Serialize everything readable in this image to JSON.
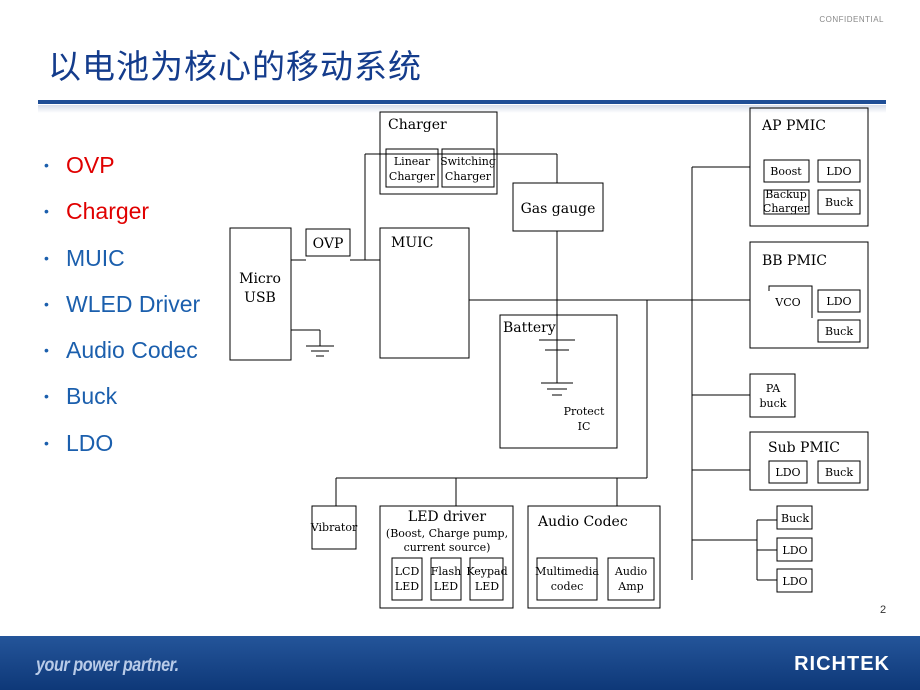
{
  "header": {
    "confidential": "CONFIDENTIAL",
    "title": "以电池为核心的移动系统"
  },
  "bullets": [
    {
      "text": "OVP",
      "color": "#e00000"
    },
    {
      "text": "Charger",
      "color": "#e00000"
    },
    {
      "text": "MUIC",
      "color": "#1b5fad"
    },
    {
      "text": "WLED Driver",
      "color": "#1b5fad"
    },
    {
      "text": "Audio Codec",
      "color": "#1b5fad"
    },
    {
      "text": "Buck",
      "color": "#1b5fad"
    },
    {
      "text": "LDO",
      "color": "#1b5fad"
    }
  ],
  "diagram": {
    "charger": "Charger",
    "linear_charger": [
      "Linear",
      "Charger"
    ],
    "switching_charger": [
      "Switching",
      "Charger"
    ],
    "gas_gauge": "Gas gauge",
    "micro_usb": [
      "Micro",
      "USB"
    ],
    "ovp": "OVP",
    "muic": "MUIC",
    "battery": "Battery",
    "protect_ic": [
      "Protect",
      "IC"
    ],
    "ap_pmic": {
      "label": "AP PMIC",
      "boost": "Boost",
      "ldo": "LDO",
      "backup_charger": [
        "Backup",
        "Charger"
      ],
      "buck": "Buck"
    },
    "bb_pmic": {
      "label": "BB PMIC",
      "vco": "VCO",
      "ldo": "LDO",
      "buck": "Buck"
    },
    "pa_buck": [
      "PA",
      "buck"
    ],
    "sub_pmic": {
      "label": "Sub PMIC",
      "ldo": "LDO",
      "buck": "Buck"
    },
    "standalone": [
      "Buck",
      "LDO",
      "LDO"
    ],
    "vibrator": "Vibrator",
    "led_driver": {
      "label": "LED driver",
      "desc": [
        "(Boost, Charge pump,",
        "current source)"
      ],
      "lcd": [
        "LCD",
        "LED"
      ],
      "flash": [
        "Flash",
        "LED"
      ],
      "keypad": [
        "Keypad",
        "LED"
      ]
    },
    "audio_codec": {
      "label": "Audio Codec",
      "multimedia": [
        "Multimedia",
        "codec"
      ],
      "amp": [
        "Audio",
        "Amp"
      ]
    }
  },
  "footer": {
    "page_number": "2",
    "tagline": "your power partner.",
    "brand": "RICHTEK"
  },
  "colors": {
    "title": "#143c8c",
    "rule": "#1f4e96",
    "footer": "#1a4a8e",
    "bullet_blue": "#1b5fad",
    "bullet_red": "#e00000"
  }
}
